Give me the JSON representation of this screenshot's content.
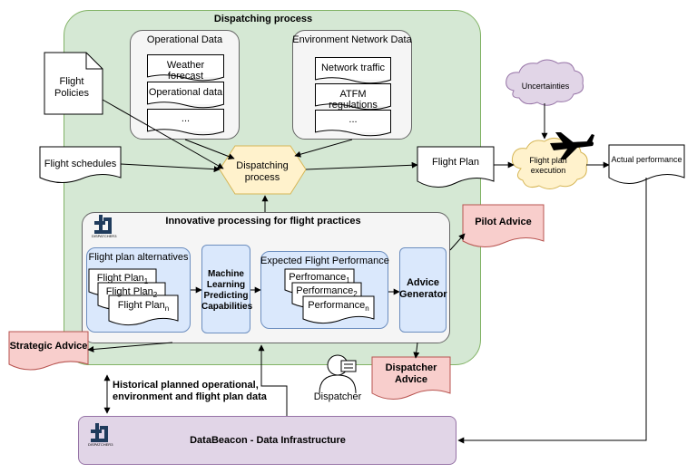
{
  "dispatching_process": {
    "title": "Dispatching process"
  },
  "operational_data": {
    "title": "Operational Data",
    "items": [
      "Weather forecast",
      "Operational data",
      "..."
    ]
  },
  "environment_data": {
    "title": "Environment Network Data",
    "items": [
      "Network traffic",
      "ATFM regulations",
      "..."
    ]
  },
  "flight_policies": {
    "label_line1": "Flight",
    "label_line2": "Policies"
  },
  "flight_schedules": {
    "label": "Flight schedules"
  },
  "dispatching_node": {
    "line1": "Dispatching",
    "line2": "process"
  },
  "flight_plan": {
    "label": "Flight Plan"
  },
  "uncertainties": {
    "label": "Uncertainties"
  },
  "execution": {
    "line1": "Flight plan",
    "line2": "execution"
  },
  "actual_performance": {
    "label": "Actual performance"
  },
  "innovative": {
    "title": "Innovative processing for flight practices",
    "logo_text": "DISPATCHER3"
  },
  "alternatives": {
    "title": "Flight plan alternatives",
    "plans": [
      "Flight Plan",
      "Flight Plan",
      "Flight Plan"
    ],
    "subs": [
      "1",
      "2",
      "n"
    ]
  },
  "ml": {
    "line1": "Machine",
    "line2": "Learning",
    "line3": "Predicting",
    "line4": "Capabilities"
  },
  "expected": {
    "title": "Expected Flight Performance",
    "items": [
      "Perfromance",
      "Performance",
      "Performance"
    ],
    "subs": [
      "1",
      "2",
      "n"
    ]
  },
  "advice_generator": {
    "line1": "Advice",
    "line2": "Generator"
  },
  "pilot_advice": {
    "label": "Pilot Advice"
  },
  "strategic_advice": {
    "label": "Strategic Advice"
  },
  "dispatcher_advice": {
    "line1": "Dispatcher",
    "line2": "Advice"
  },
  "dispatcher": {
    "label": "Dispatcher"
  },
  "historical": {
    "line1": "Historical planned operational,",
    "line2": "environment and flight plan data"
  },
  "databeacon": {
    "label": "DataBeacon - Data Infrastructure",
    "logo_text": "DISPATCHER3"
  },
  "colors": {
    "green": "#d5e8d4",
    "grey": "#f5f5f5",
    "blue": "#dae8fc",
    "yellow": "#fff2cc",
    "red": "#f8cecc",
    "purple": "#e1d5e7"
  }
}
